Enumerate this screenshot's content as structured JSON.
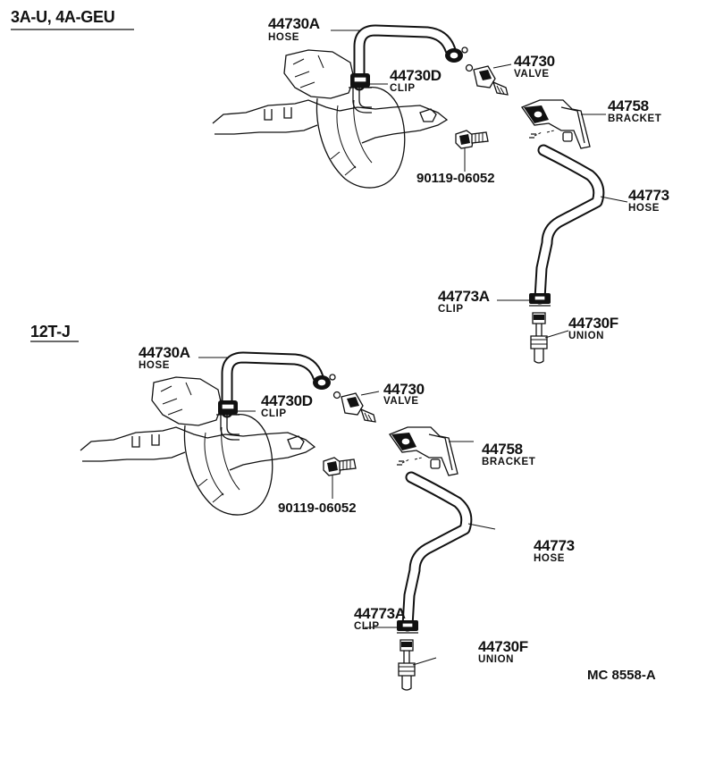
{
  "sections": [
    {
      "heading": "3A-U, 4A-GEU",
      "parts": {
        "hose_a": {
          "number": "44730A",
          "desc": "HOSE"
        },
        "clip_d": {
          "number": "44730D",
          "desc": "CLIP"
        },
        "valve": {
          "number": "44730",
          "desc": "VALVE"
        },
        "bracket": {
          "number": "44758",
          "desc": "BRACKET"
        },
        "bolt": {
          "number": "90119-06052"
        },
        "hose_b": {
          "number": "44773",
          "desc": "HOSE"
        },
        "clip_a": {
          "number": "44773A",
          "desc": "CLIP"
        },
        "union": {
          "number": "44730F",
          "desc": "UNION"
        }
      }
    },
    {
      "heading": "12T-J",
      "parts": {
        "hose_a": {
          "number": "44730A",
          "desc": "HOSE"
        },
        "clip_d": {
          "number": "44730D",
          "desc": "CLIP"
        },
        "valve": {
          "number": "44730",
          "desc": "VALVE"
        },
        "bracket": {
          "number": "44758",
          "desc": "BRACKET"
        },
        "bolt": {
          "number": "90119-06052"
        },
        "hose_b": {
          "number": "44773",
          "desc": "HOSE"
        },
        "clip_a": {
          "number": "44773A",
          "desc": "CLIP"
        },
        "union": {
          "number": "44730F",
          "desc": "UNION"
        }
      }
    }
  ],
  "reference_code": "MC 8558-A"
}
